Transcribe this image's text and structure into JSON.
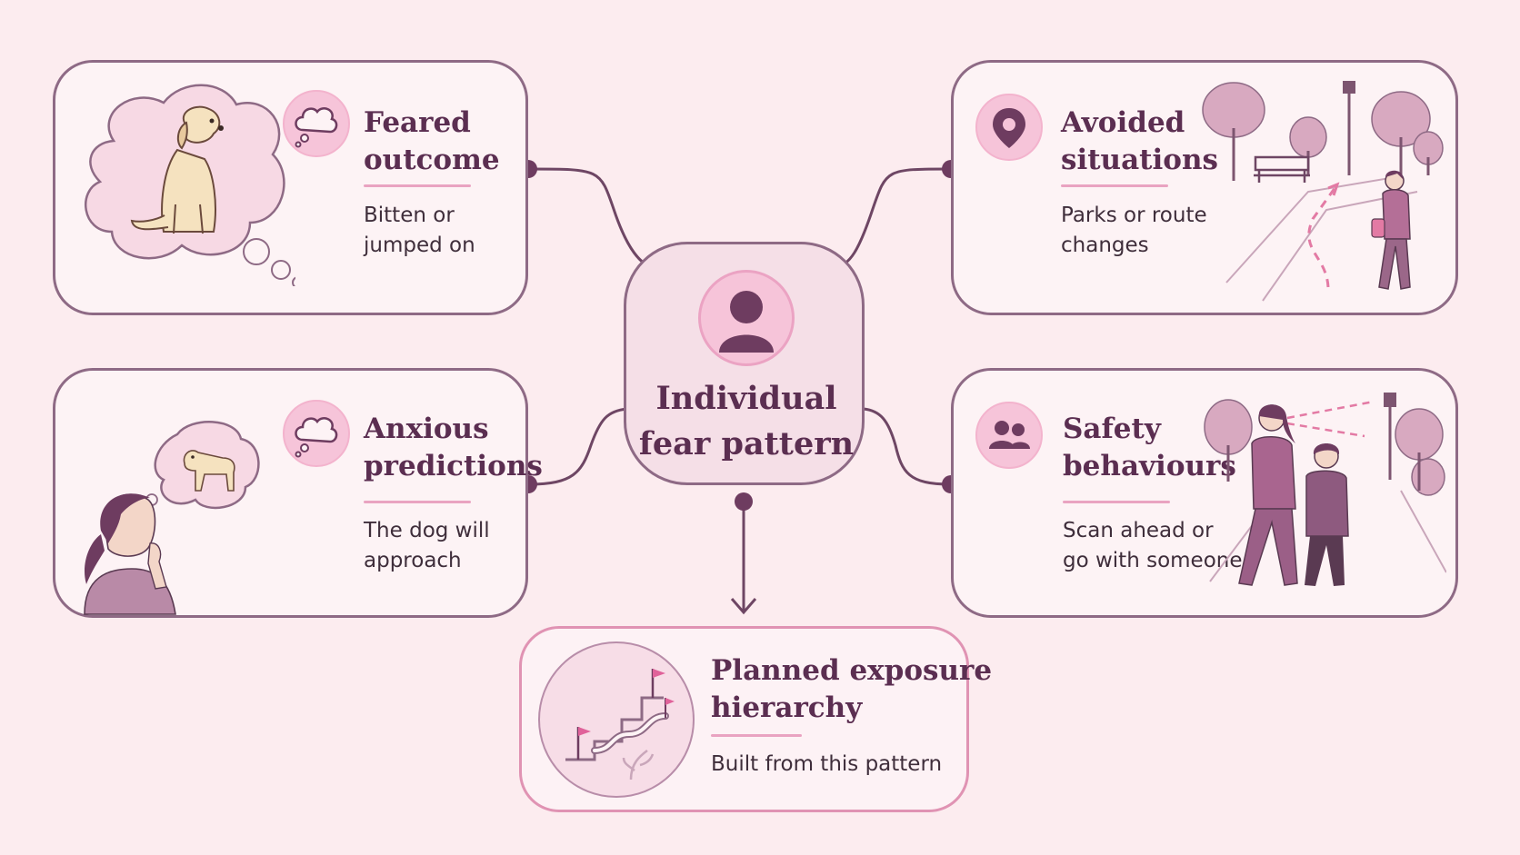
{
  "center": {
    "line1": "Individual",
    "line2": "fear pattern",
    "icon": "person-icon"
  },
  "cards": [
    {
      "id": "feared-outcome",
      "title_line1": "Feared",
      "title_line2": "outcome",
      "desc_line1": "Bitten or",
      "desc_line2": "jumped on",
      "icon": "thought-bubble-icon",
      "illustration": "dog-thought-cloud"
    },
    {
      "id": "avoided-situations",
      "title_line1": "Avoided",
      "title_line2": "situations",
      "desc_line1": "Parks or route",
      "desc_line2": "changes",
      "icon": "location-pin-icon",
      "illustration": "park-walk-scene"
    },
    {
      "id": "anxious-predictions",
      "title_line1": "Anxious",
      "title_line2": "predictions",
      "desc_line1": "The dog will",
      "desc_line2": "approach",
      "icon": "thought-bubble-icon",
      "illustration": "person-imagining-dog"
    },
    {
      "id": "safety-behaviours",
      "title_line1": "Safety",
      "title_line2": "behaviours",
      "desc_line1": "Scan ahead or",
      "desc_line2": "go with someone",
      "icon": "people-icon",
      "illustration": "two-people-walking"
    }
  ],
  "outcome": {
    "title_line1": "Planned exposure",
    "title_line2": "hierarchy",
    "desc": "Built from this pattern",
    "icon": "stepped-path-flags-icon"
  },
  "colors": {
    "background": "#fcecef",
    "border": "#8e6a85",
    "accent": "#e9a3c1",
    "badge": "#f6c4d9",
    "title": "#5b2e51"
  }
}
